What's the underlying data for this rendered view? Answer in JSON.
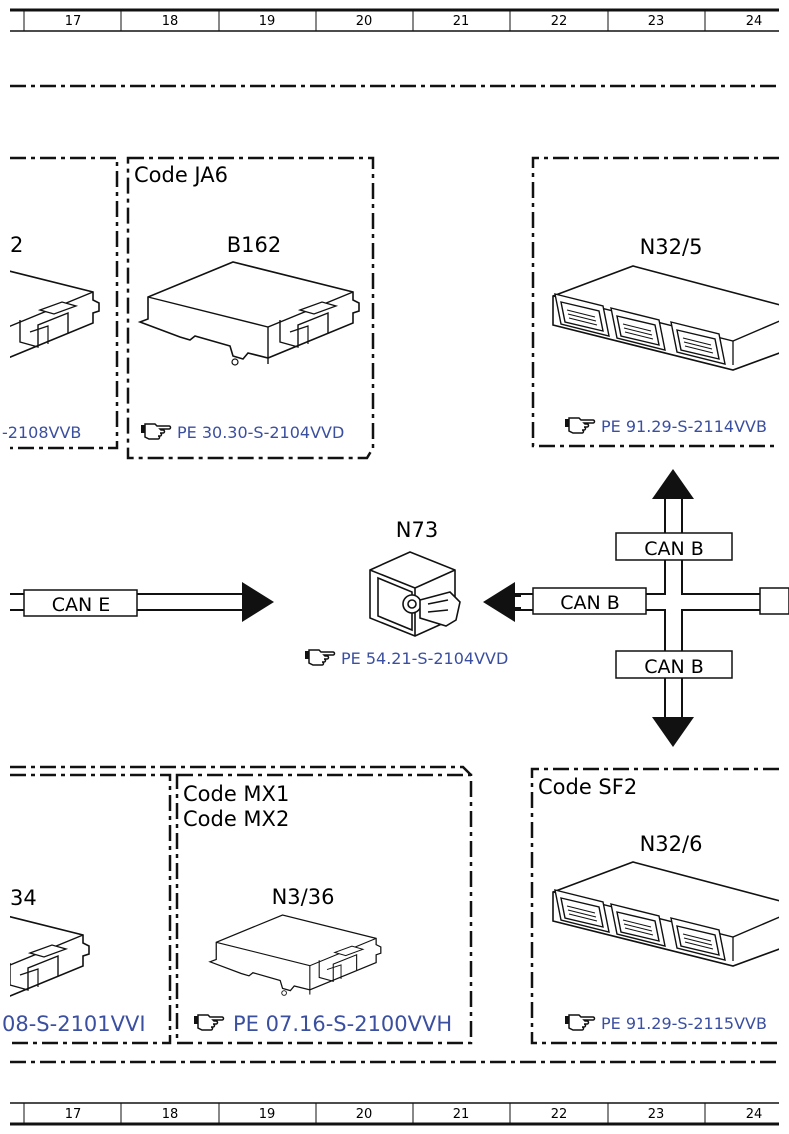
{
  "grid_top": {
    "cells": [
      "17",
      "18",
      "19",
      "20",
      "21",
      "22",
      "23",
      "24"
    ]
  },
  "grid_bottom": {
    "cells": [
      "17",
      "18",
      "19",
      "20",
      "21",
      "22",
      "23",
      "24"
    ]
  },
  "colors": {
    "link": "#3b4fa0",
    "line": "#111111"
  },
  "boxes": {
    "left_top": {
      "partial_label": "2",
      "reference": "-2108VVB"
    },
    "ja6": {
      "code": "Code JA6",
      "component": "B162",
      "reference": "PE 30.30-S-2104VVD"
    },
    "n32_5": {
      "component": "N32/5",
      "reference": "PE 91.29-S-2114VVB"
    },
    "left_bottom": {
      "partial_label": "34",
      "reference": "08-S-2101VVI"
    },
    "mx": {
      "code_1": "Code MX1",
      "code_2": "Code MX2",
      "component": "N3/36",
      "reference": "PE 07.16-S-2100VVH"
    },
    "sf2": {
      "code": "Code SF2",
      "component": "N32/6",
      "reference": "PE 91.29-S-2115VVB"
    }
  },
  "center": {
    "component": "N73",
    "reference": "PE 54.21-S-2104VVD"
  },
  "buses": {
    "can_e": "CAN E",
    "can_b_left": "CAN B",
    "can_b_top": "CAN B",
    "can_b_bottom": "CAN B"
  },
  "icons": {
    "reference": "pointing-hand-icon"
  }
}
